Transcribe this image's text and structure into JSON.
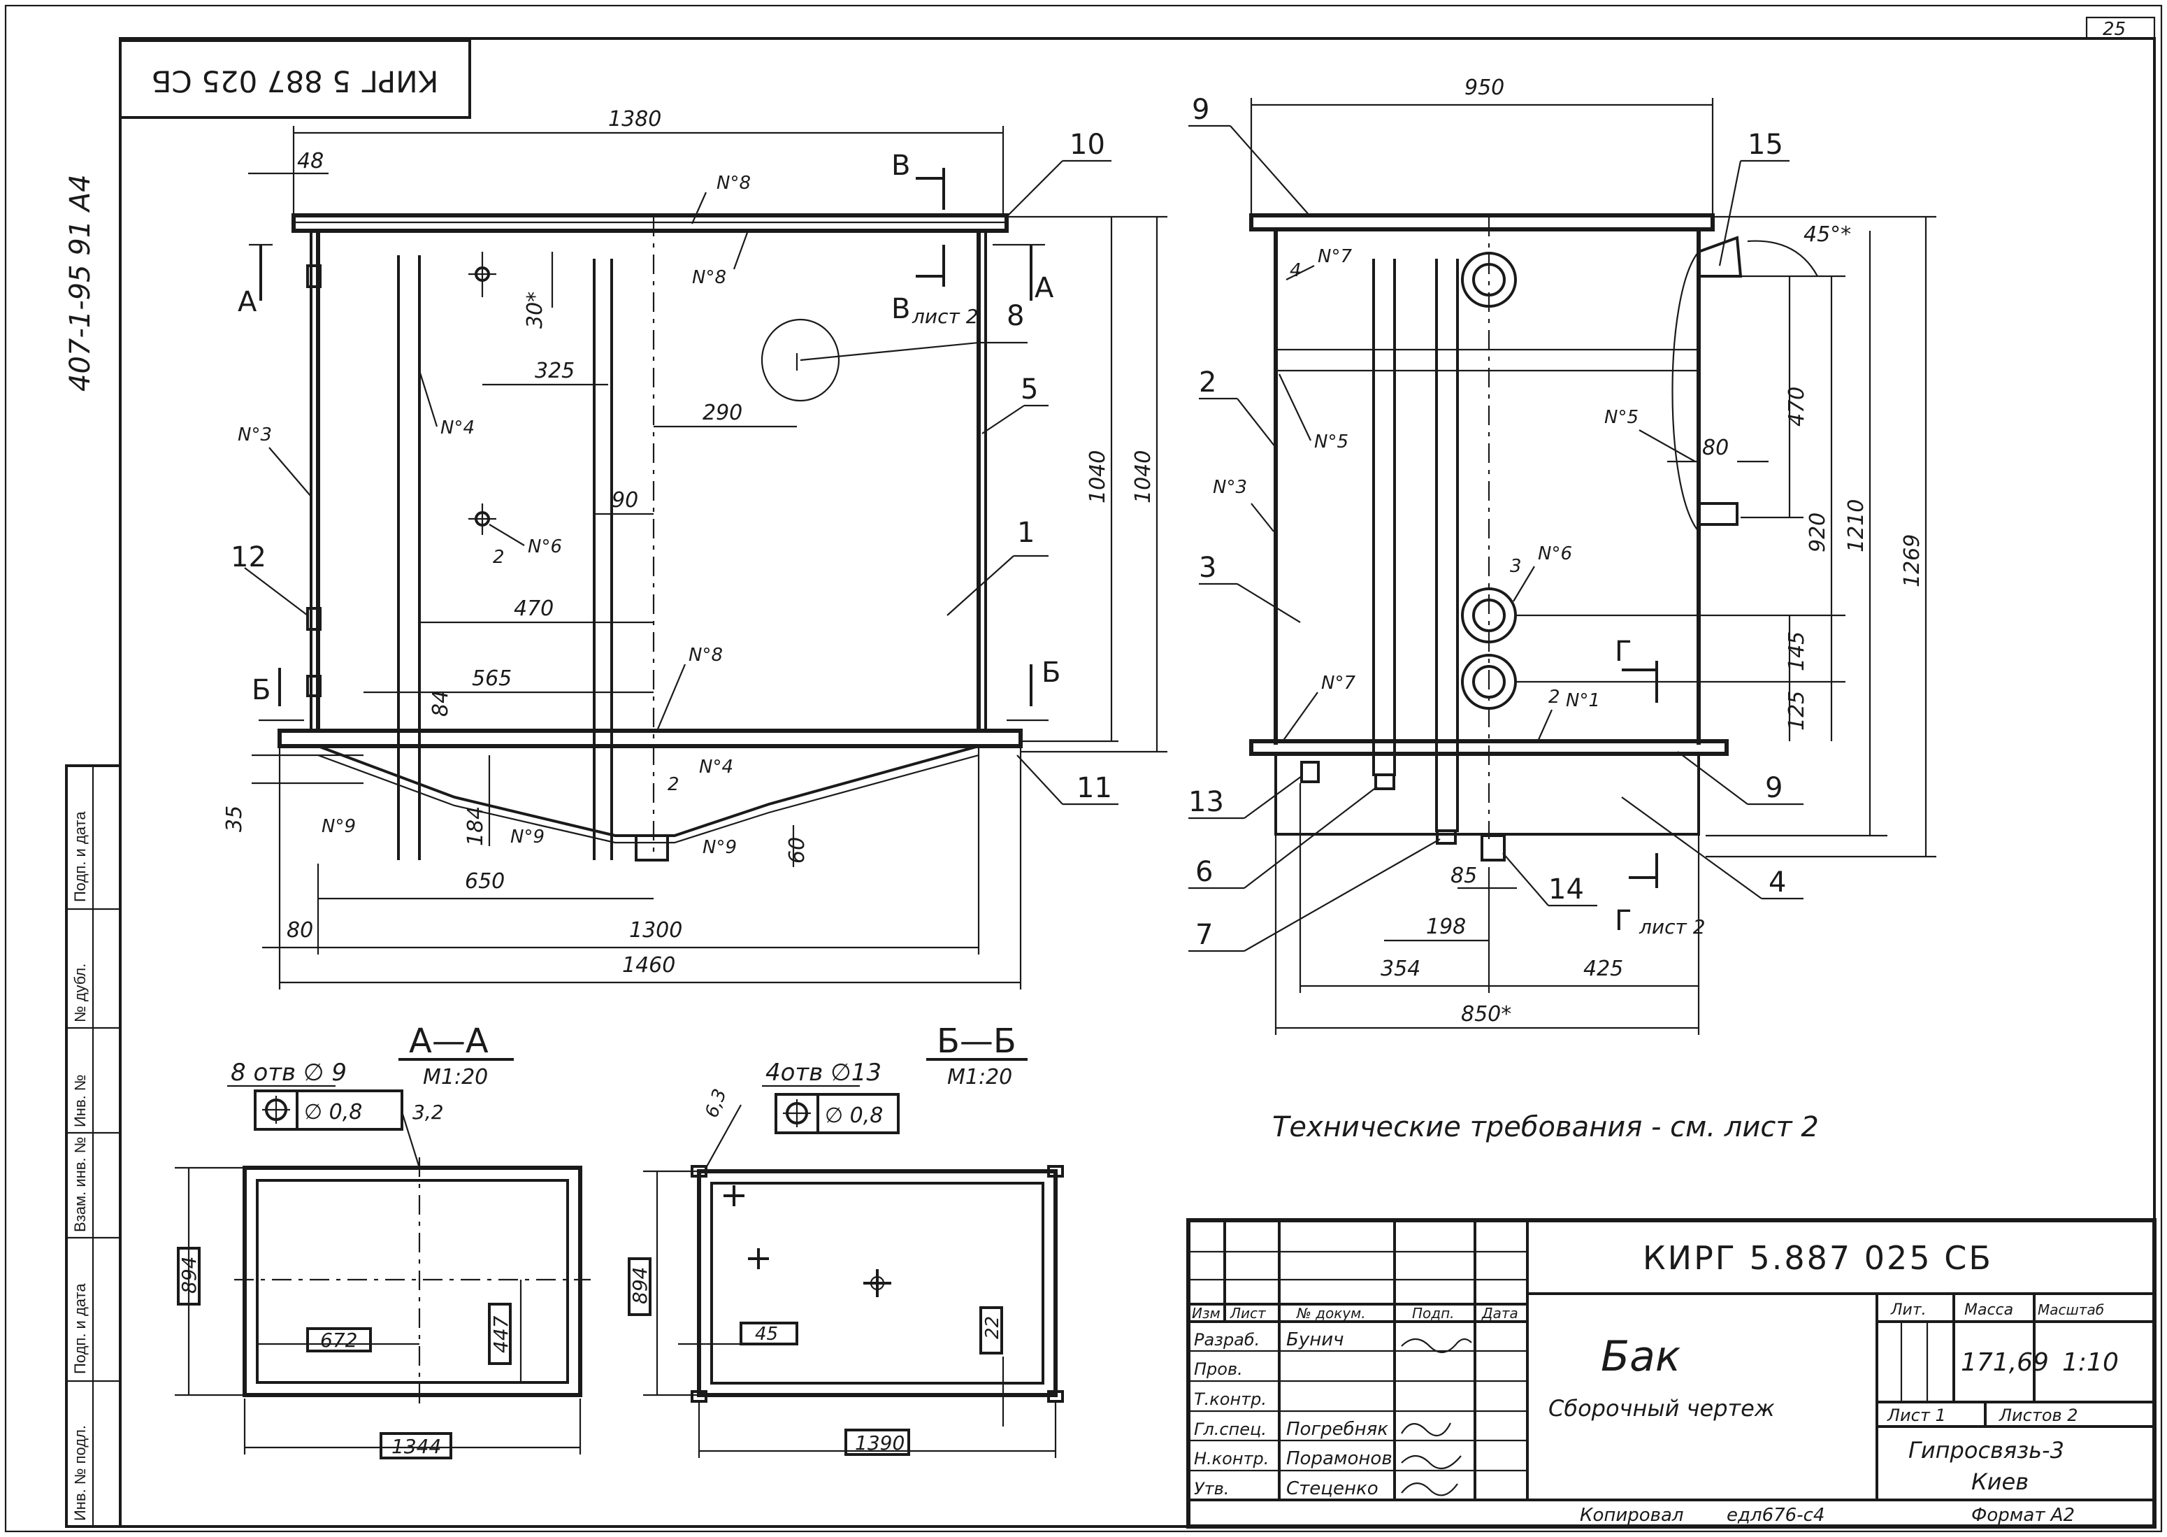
{
  "stamp": "КИРГ 5 887 025 СБ",
  "side_code": "407-1-95 91 А4",
  "page_corner": "25",
  "front_view": {
    "dims": {
      "overall_top": "1380",
      "small_top": "48",
      "tall_inner": "1040",
      "tall_outer": "1040",
      "d325": "325",
      "d290": "290",
      "d90": "90",
      "d470": "470",
      "d565": "565",
      "d84": "84",
      "d30": "30*",
      "d35": "35",
      "d184": "184",
      "d60": "60",
      "d650": "650",
      "d80": "80",
      "d1300": "1300",
      "d1460": "1460"
    },
    "notes": {
      "n8a": "N°8",
      "n8b": "N°8",
      "n8c": "N°8",
      "n4a": "N°4",
      "n4b": "N°4",
      "n3": "N°3",
      "n6": "N°6",
      "n9a": "N°9",
      "n9b": "N°9",
      "n9c": "N°9",
      "two_a": "2",
      "two_b": "2"
    },
    "labels": {
      "l10": "10",
      "l5": "5",
      "l1": "1",
      "l12": "12",
      "l11": "11",
      "l8": "8",
      "secA_left": "A",
      "secA_right": "A",
      "secB_top": "В",
      "secB_bot": "В",
      "secB_bot_sub": "лист 2",
      "secBB_left": "Б",
      "secBB_right": "Б"
    }
  },
  "side_view": {
    "dims": {
      "top": "950",
      "d45": "45°*",
      "d470": "470",
      "d80": "80",
      "d920": "920",
      "d1210": "1210",
      "d1269": "1269",
      "d145": "145",
      "d125": "125",
      "d85": "85",
      "d198": "198",
      "d354": "354",
      "d425": "425",
      "d850": "850*"
    },
    "notes": {
      "n7a": "N°7",
      "n7b": "N°7",
      "n5a": "N°5",
      "n5b": "N°5",
      "n3": "N°3",
      "n6": "N°6",
      "n1": "N°1",
      "three": "3",
      "two": "2",
      "four": "4"
    },
    "labels": {
      "l9a": "9",
      "l9b": "9",
      "l15": "15",
      "l2": "2",
      "l3": "3",
      "l13": "13",
      "l6": "6",
      "l7": "7",
      "l14": "14",
      "l4": "4",
      "secG_top": "Г",
      "secG_bot": "Г",
      "secG_sub": "лист 2"
    }
  },
  "section_aa": {
    "title": "А—А",
    "scale": "М1:20",
    "holes": "8 отв  ∅ 9",
    "tol": "∅ 0,8",
    "rough": "3,2",
    "d894": "894",
    "d672": "672",
    "d447": "447",
    "d1344": "1344"
  },
  "section_bb": {
    "title": "Б—Б",
    "scale": "М1:20",
    "holes": "4отв ∅13",
    "tol": "∅ 0,8",
    "rough": "6,3",
    "d894": "894",
    "d45": "45",
    "d22": "22",
    "d1390": "1390"
  },
  "tech_req": "Технические требования - см. лист 2",
  "side_strip": {
    "s1": "Подп. и дата",
    "s2": "№ дубл.",
    "s3": "Инв. №",
    "s4": "Взам. инв. №",
    "s5": "Подп. и дата",
    "s6": "Инв. № подл."
  },
  "title_block": {
    "doc_code": "КИРГ 5.887 025 СБ",
    "name": "Бак",
    "doc_type": "Сборочный чертеж",
    "head": {
      "izm": "Изм",
      "list": "Лист",
      "ndoc": "№ докум.",
      "podp": "Подп.",
      "data": "Дата"
    },
    "roles": [
      {
        "role": "Разраб.",
        "name": "Бунич"
      },
      {
        "role": "Пров.",
        "name": ""
      },
      {
        "role": "Т.контр.",
        "name": ""
      },
      {
        "role": "Гл.спец.",
        "name": "Погребняк"
      },
      {
        "role": "Н.контр.",
        "name": "Порамонов"
      },
      {
        "role": "Утв.",
        "name": "Стеценко"
      }
    ],
    "lit_h": "Лит.",
    "mass_h": "Масса",
    "scale_h": "Масштаб",
    "mass": "171,69",
    "scale": "1:10",
    "sheet": "Лист 1",
    "sheets": "Листов 2",
    "org1": "Гипросвязь-3",
    "org2": "Киев",
    "copied": "Копировал",
    "copied_code": "едл676-с4",
    "format": "Формат А2"
  }
}
